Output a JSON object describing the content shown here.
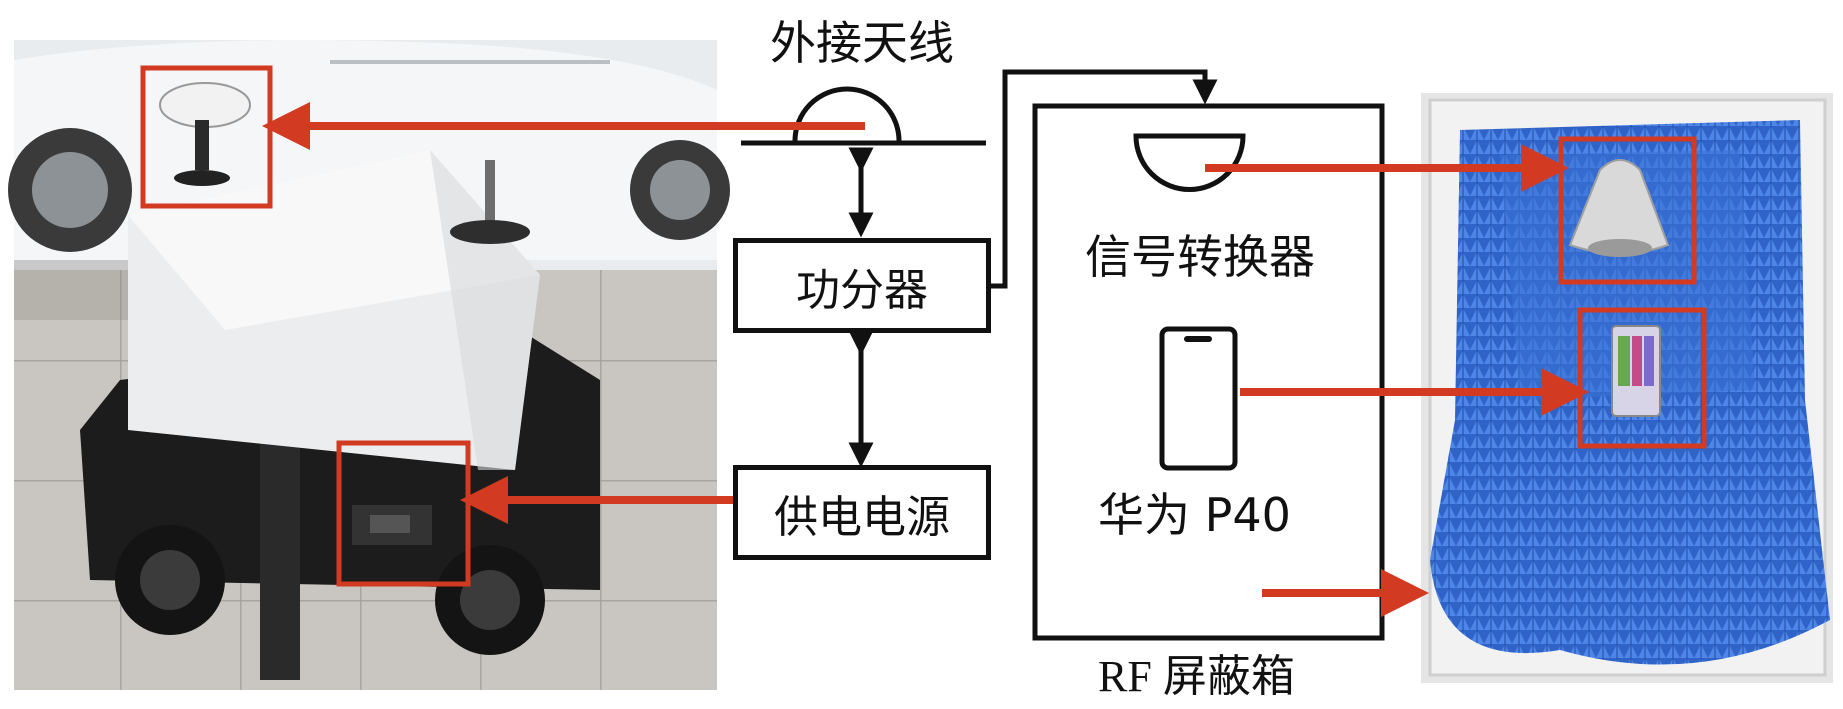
{
  "labels": {
    "external_antenna": "外接天线",
    "power_divider": "功分器",
    "power_supply": "供电电源",
    "signal_converter": "信号转换器",
    "phone": "华为 P40",
    "rf_shield_box": "RF 屏蔽箱"
  },
  "colors": {
    "arrow_red": "#d23a22",
    "line_black": "#111111",
    "foam_blue": "#2f63c8"
  }
}
